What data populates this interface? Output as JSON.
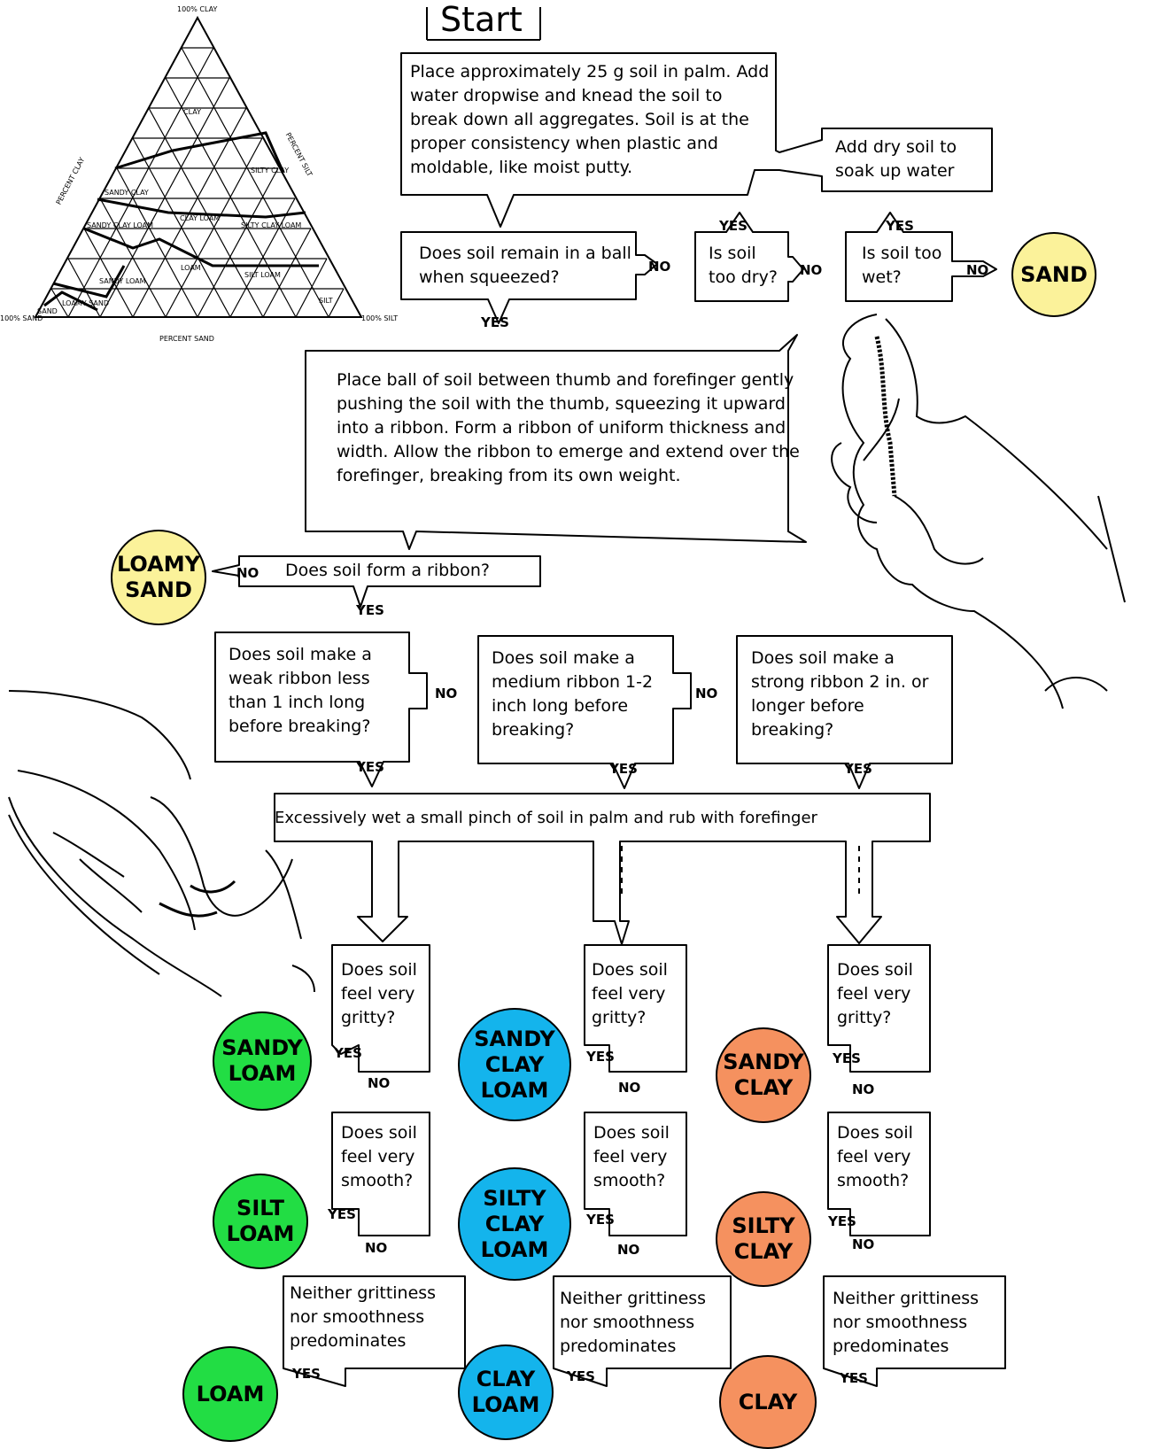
{
  "start_label": "Start",
  "steps": {
    "knead": "Place approximately 25 g soil in palm. Add water dropwise and knead the soil to break down all aggregates. Soil is at the proper consistency when plastic and moldable, like moist putty.",
    "add_dry": "Add dry soil to soak up water",
    "remain_ball": "Does soil remain in a ball when squeezed?",
    "too_dry": "Is soil too dry?",
    "too_wet": "Is soil too wet?",
    "ribbon_instr": "Place ball of soil between thumb and forefinger gently pushing the soil with the thumb, squeezing it upward into a ribbon. Form a ribbon of uniform thickness and width. Allow the ribbon to emerge and extend over the forefinger, breaking from its own weight.",
    "form_ribbon": "Does soil form a ribbon?",
    "weak_ribbon": "Does soil make a weak ribbon less than 1 inch long before breaking?",
    "medium_ribbon": "Does soil make a medium ribbon 1-2 inch long before breaking?",
    "strong_ribbon": "Does soil make a strong ribbon 2 in. or longer before breaking?",
    "wet_pinch": "Excessively wet a small pinch of soil in palm and rub with forefinger",
    "gritty": "Does soil feel very gritty?",
    "smooth": "Does soil feel very smooth?",
    "neither": "Neither grittiness nor smoothness predominates"
  },
  "answers": {
    "yes": "YES",
    "no": "NO"
  },
  "results": {
    "sand": "SAND",
    "loamy_sand": "LOAMY\nSAND",
    "sandy_loam": "SANDY\nLOAM",
    "silt_loam": "SILT\nLOAM",
    "loam": "LOAM",
    "sandy_clay_loam": "SANDY\nCLAY\nLOAM",
    "silty_clay_loam": "SILTY\nCLAY\nLOAM",
    "clay_loam": "CLAY\nLOAM",
    "sandy_clay": "SANDY\nCLAY",
    "silty_clay": "SILTY\nCLAY",
    "clay": "CLAY"
  },
  "colors": {
    "yellow": "#fbf29a",
    "green": "#22dd44",
    "blue": "#14b4ec",
    "orange": "#f5915f"
  },
  "triangle": {
    "top": "100% CLAY",
    "left_axis": "PERCENT CLAY",
    "right_axis": "PERCENT SILT",
    "bottom_axis": "PERCENT SAND",
    "right_corner": "100% SILT",
    "left_corner": "100% SAND",
    "regions": [
      "CLAY",
      "SILTY CLAY",
      "SANDY CLAY",
      "SILTY CLAY LOAM",
      "CLAY LOAM",
      "SANDY CLAY LOAM",
      "LOAM",
      "SILT LOAM",
      "SANDY LOAM",
      "SILT",
      "LOAMY SAND",
      "SAND"
    ]
  }
}
